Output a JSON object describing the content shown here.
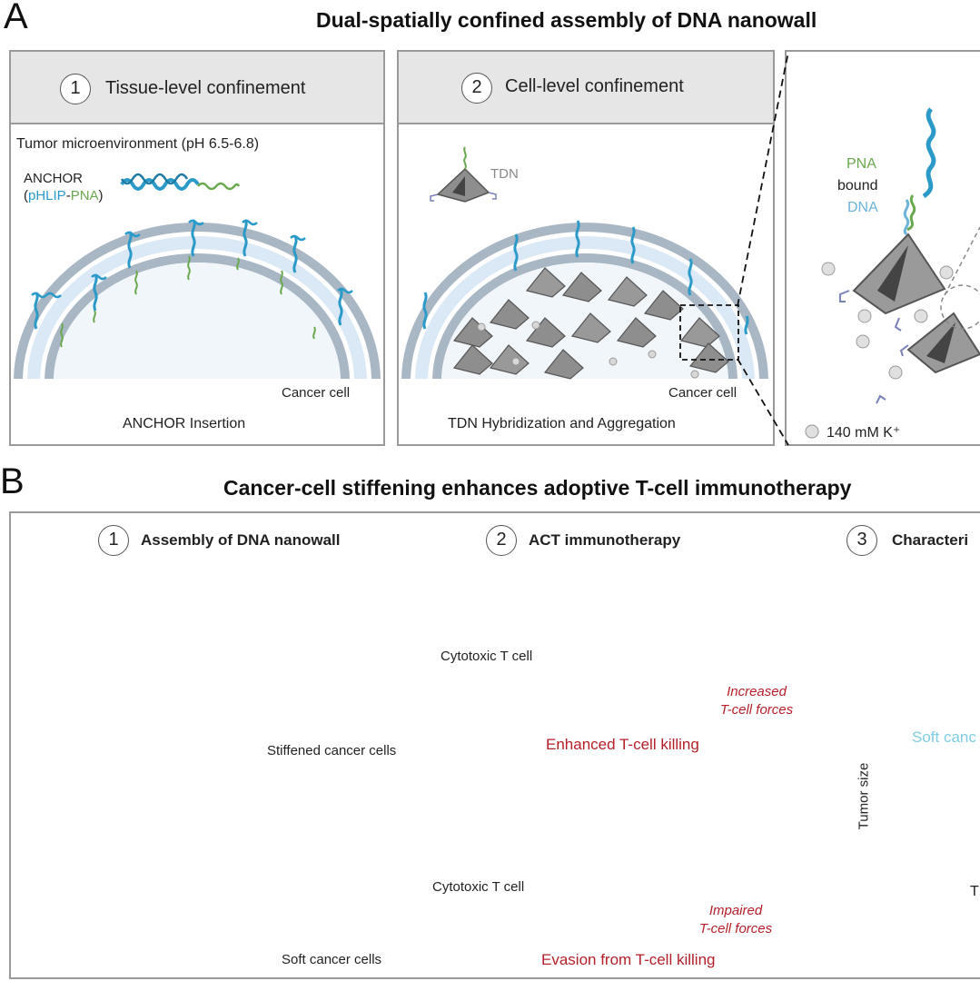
{
  "panel_a": {
    "letter": "A",
    "title": "Dual-spatially confined assembly of DNA nanowall",
    "step1": {
      "number": "1",
      "label": "Tissue-level confinement",
      "tme": "Tumor microenvironment (pH 6.5-6.8)",
      "anchor": "ANCHOR",
      "paren_open": "(",
      "phlip": "pHLIP",
      "dash": "-",
      "pna": "PNA",
      "paren_close": ")",
      "cell": "Cancer cell",
      "caption": "ANCHOR Insertion"
    },
    "step2": {
      "number": "2",
      "label": "Cell-level confinement",
      "tdn": "TDN",
      "cell": "Cancer cell",
      "caption": "TDN Hybridization and Aggregation"
    },
    "zoom": {
      "pna": "PNA",
      "bound": "bound",
      "dna": "DNA",
      "k": "140 mM K⁺"
    }
  },
  "panel_b": {
    "letter": "B",
    "title": "Cancer-cell stiffening enhances adoptive T-cell immunotherapy",
    "step1": {
      "number": "1",
      "label": "Assembly of DNA nanowall"
    },
    "step2": {
      "number": "2",
      "label": "ACT immunotherapy"
    },
    "step3": {
      "number": "3",
      "label": "Characteri"
    },
    "stiff": "Stiffened cancer cells",
    "soft": "Soft cancer cells",
    "tcell_top": "Cytotoxic  T cell",
    "tcell_bottom": "Cytotoxic  T cell",
    "increased_1": "Increased",
    "increased_2": "T-cell forces",
    "enhanced": "Enhanced T-cell killing",
    "impaired_1": "Impaired",
    "impaired_2": "T-cell forces",
    "evasion": "Evasion from T-cell killing",
    "chart_ylabel": "Tumor size",
    "chart_soft": "Soft canc",
    "chart_x": "T"
  },
  "colors": {
    "anchor_blue": "#2b9ac9",
    "pna_green": "#6aa84f",
    "red": "#b3202a",
    "membrane": "#a9b6c4",
    "tdn_gray": "#8e8e8e"
  }
}
